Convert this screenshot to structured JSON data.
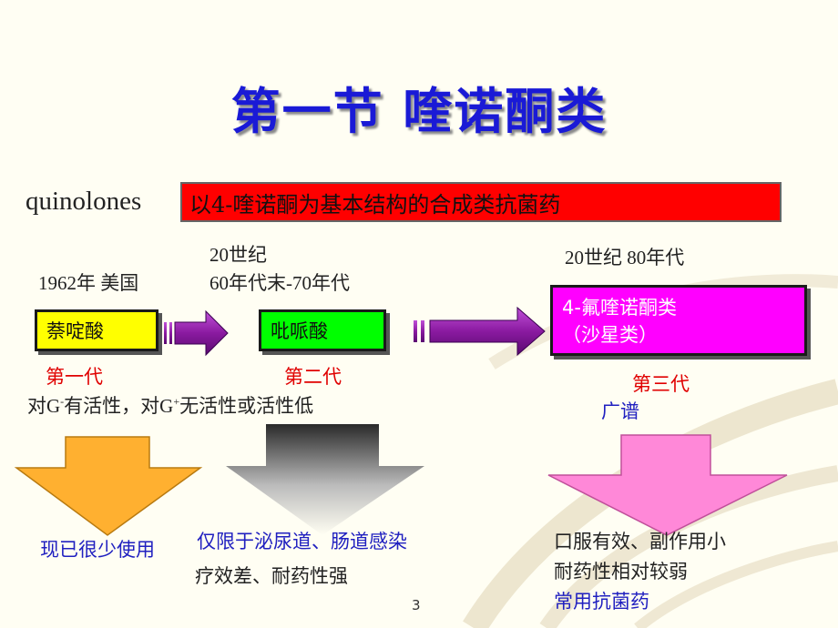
{
  "slide": {
    "title": "第一节  喹诺酮类",
    "term": "quinolones",
    "definition": "以4-喹诺酮为基本结构的合成类抗菌药",
    "page_number": "3"
  },
  "timeline": {
    "gen1_date": "1962年 美国",
    "gen2_date_line1": "20世纪",
    "gen2_date_line2": "60年代末-70年代",
    "gen3_date": "20世纪 80年代"
  },
  "drugs": {
    "gen1_name": "萘啶酸",
    "gen2_name": "吡哌酸",
    "gen3_name_line1": "4-氟喹诺酮类",
    "gen3_name_line2": "（沙星类）"
  },
  "generations": {
    "gen1_label": "第一代",
    "gen2_label": "第二代",
    "gen3_label": "第三代",
    "activity_pre": "对G",
    "activity_sup1": "-",
    "activity_mid": "有活性，对G",
    "activity_sup2": "+",
    "activity_post": "无活性或活性低",
    "gen3_spectrum": "广谱"
  },
  "notes": {
    "gen1_note": "现已很少使用",
    "gen2_note_line1": "仅限于泌尿道、肠道感染",
    "gen2_note_line2": "疗效差、耐药性强",
    "gen3_note_line1": "口服有效、副作用小",
    "gen3_note_line2": "耐药性相对较弱",
    "gen3_note_line3": "常用抗菌药"
  },
  "colors": {
    "title": "#1a1ad6",
    "definition_bg": "#ff0000",
    "gen1_box": "#ffff00",
    "gen2_box": "#00ff00",
    "gen3_box": "#ff00ff",
    "arrow_purple": "#8a1aa0",
    "down_arrow_orange": "#ffb030",
    "down_arrow_pink": "#ff88d8",
    "label_red": "#e00000",
    "note_blue": "#2020c0"
  }
}
